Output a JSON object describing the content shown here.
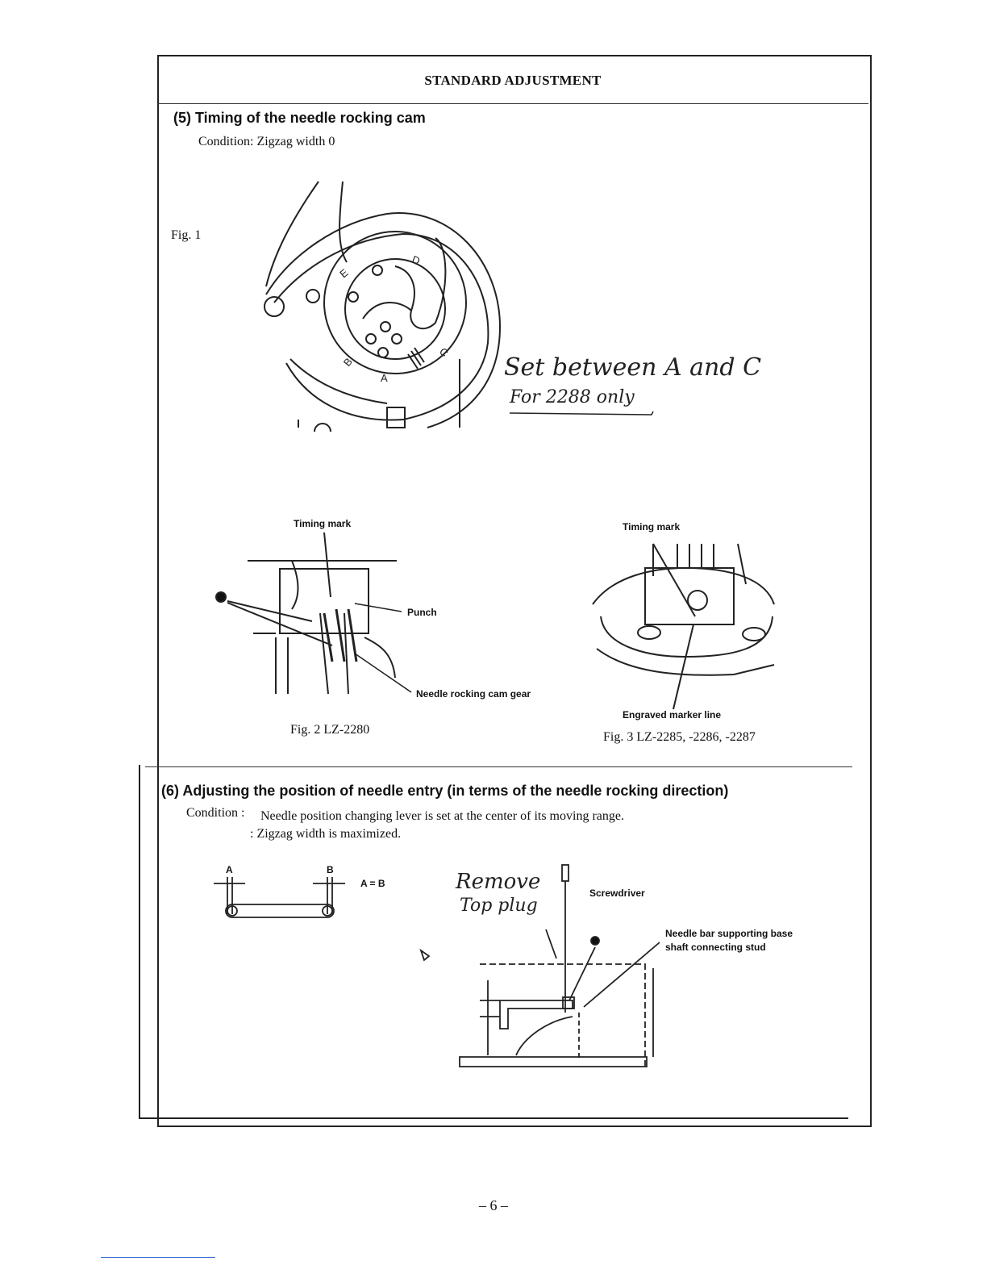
{
  "header": {
    "title": "STANDARD ADJUSTMENT"
  },
  "section5": {
    "title": "(5) Timing of the needle rocking cam",
    "condition": "Condition:  Zigzag width 0",
    "fig1": {
      "caption": "Fig. 1",
      "letters": [
        "E",
        "D",
        "C",
        "B",
        "A"
      ],
      "handwriting": [
        "Set between A and C",
        "For 2288 only"
      ]
    },
    "fig2": {
      "caption": "Fig. 2  LZ-2280",
      "labels": {
        "timing_mark": "Timing mark",
        "punch": "Punch",
        "gear": "Needle rocking cam gear"
      }
    },
    "fig3": {
      "caption": "Fig. 3  LZ-2285, -2286, -2287",
      "labels": {
        "timing_mark": "Timing mark",
        "marker_line": "Engraved marker line"
      }
    }
  },
  "section6": {
    "title": "(6) Adjusting the position of needle entry (in terms of the needle rocking direction)",
    "condition_label": "Condition :",
    "condition_1": "Needle position changing lever is set at the center of its moving range.",
    "condition_2": ":  Zigzag width is maximized.",
    "ab": {
      "a": "A",
      "b": "B",
      "eq": "A = B"
    },
    "labels": {
      "screwdriver": "Screwdriver",
      "stud_1": "Needle bar supporting base",
      "stud_2": "shaft connecting stud"
    },
    "handwriting": [
      "Remove",
      "Top plug"
    ]
  },
  "footer": {
    "page": "– 6 –"
  }
}
